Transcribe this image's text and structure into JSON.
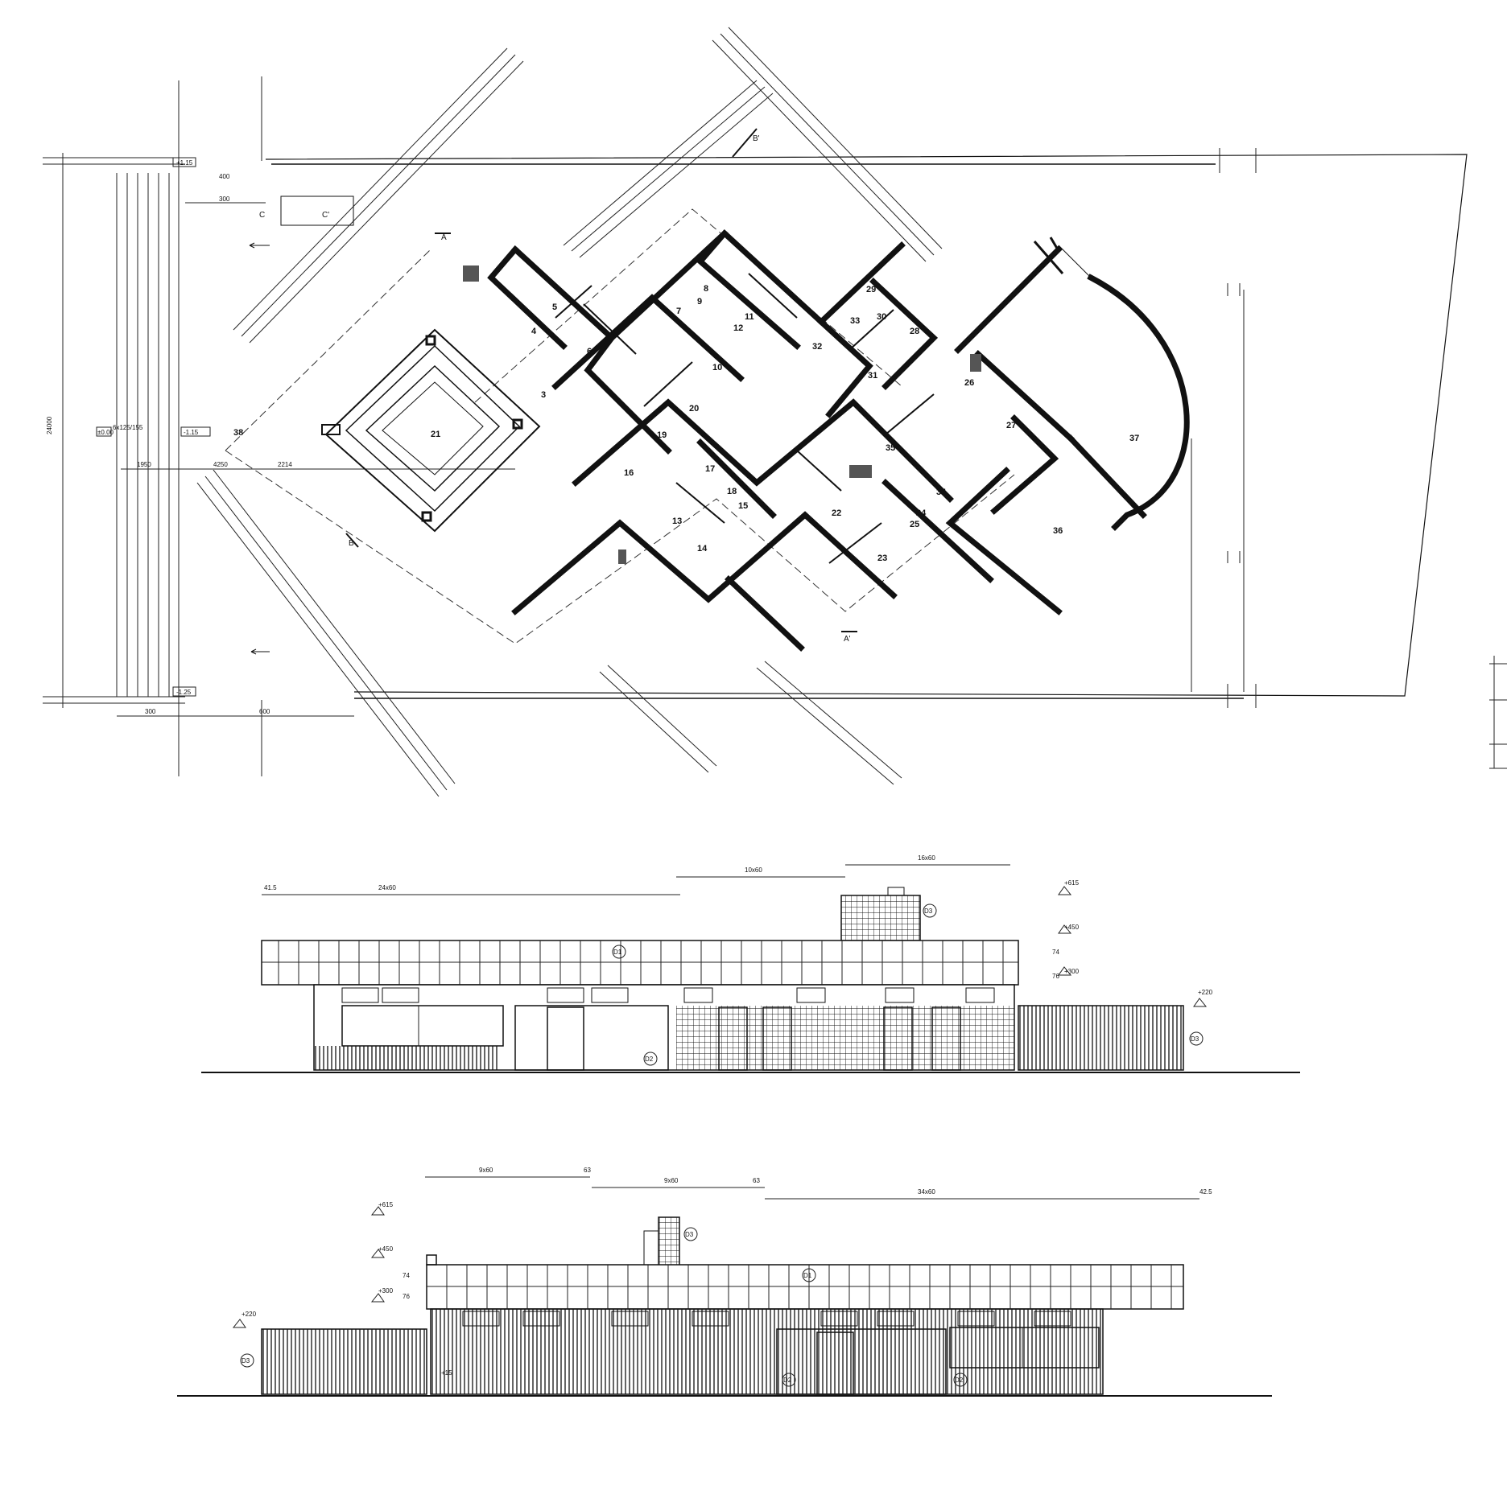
{
  "plan": {
    "rooms": [
      "3",
      "4",
      "5",
      "6",
      "7",
      "8",
      "9",
      "10",
      "11",
      "12",
      "13",
      "14",
      "15",
      "16",
      "17",
      "18",
      "19",
      "20",
      "21",
      "22",
      "23",
      "24",
      "25",
      "26",
      "27",
      "28",
      "29",
      "30",
      "31",
      "32",
      "33",
      "34",
      "35",
      "36",
      "37",
      "38"
    ],
    "section_markers": [
      "A",
      "A'",
      "B",
      "B'",
      "C",
      "C'"
    ],
    "dimensions": {
      "left_total": "24000",
      "bottom_left_a": "300",
      "bottom_left_b": "600",
      "top_left_a": "400",
      "top_left_b": "300",
      "mid_a": "1950",
      "mid_b": "4250",
      "mid_c": "2214",
      "plinth_note": "6x125/155"
    },
    "levels": {
      "top_left": "+1.15",
      "bottom_left": "-1.25",
      "mid_a": "±0.00",
      "mid_b": "-1.15"
    }
  },
  "elevation_1": {
    "modules": {
      "first": "24x60",
      "second": "10x60",
      "third": "16x60"
    },
    "start_offset": "41.5",
    "levels": [
      "+615",
      "+450",
      "+300",
      "+220"
    ],
    "heights": [
      "74",
      "76"
    ],
    "materials": [
      "D1",
      "D2",
      "D3"
    ]
  },
  "elevation_2": {
    "modules": {
      "first": "9x60",
      "second": "9x60",
      "third": "34x60"
    },
    "offsets": [
      "63",
      "63",
      "42.5"
    ],
    "levels": [
      "+615",
      "+450",
      "+300",
      "+220"
    ],
    "heights": [
      "74",
      "76"
    ],
    "materials": [
      "D1",
      "D2",
      "D3"
    ],
    "note": "+15"
  }
}
